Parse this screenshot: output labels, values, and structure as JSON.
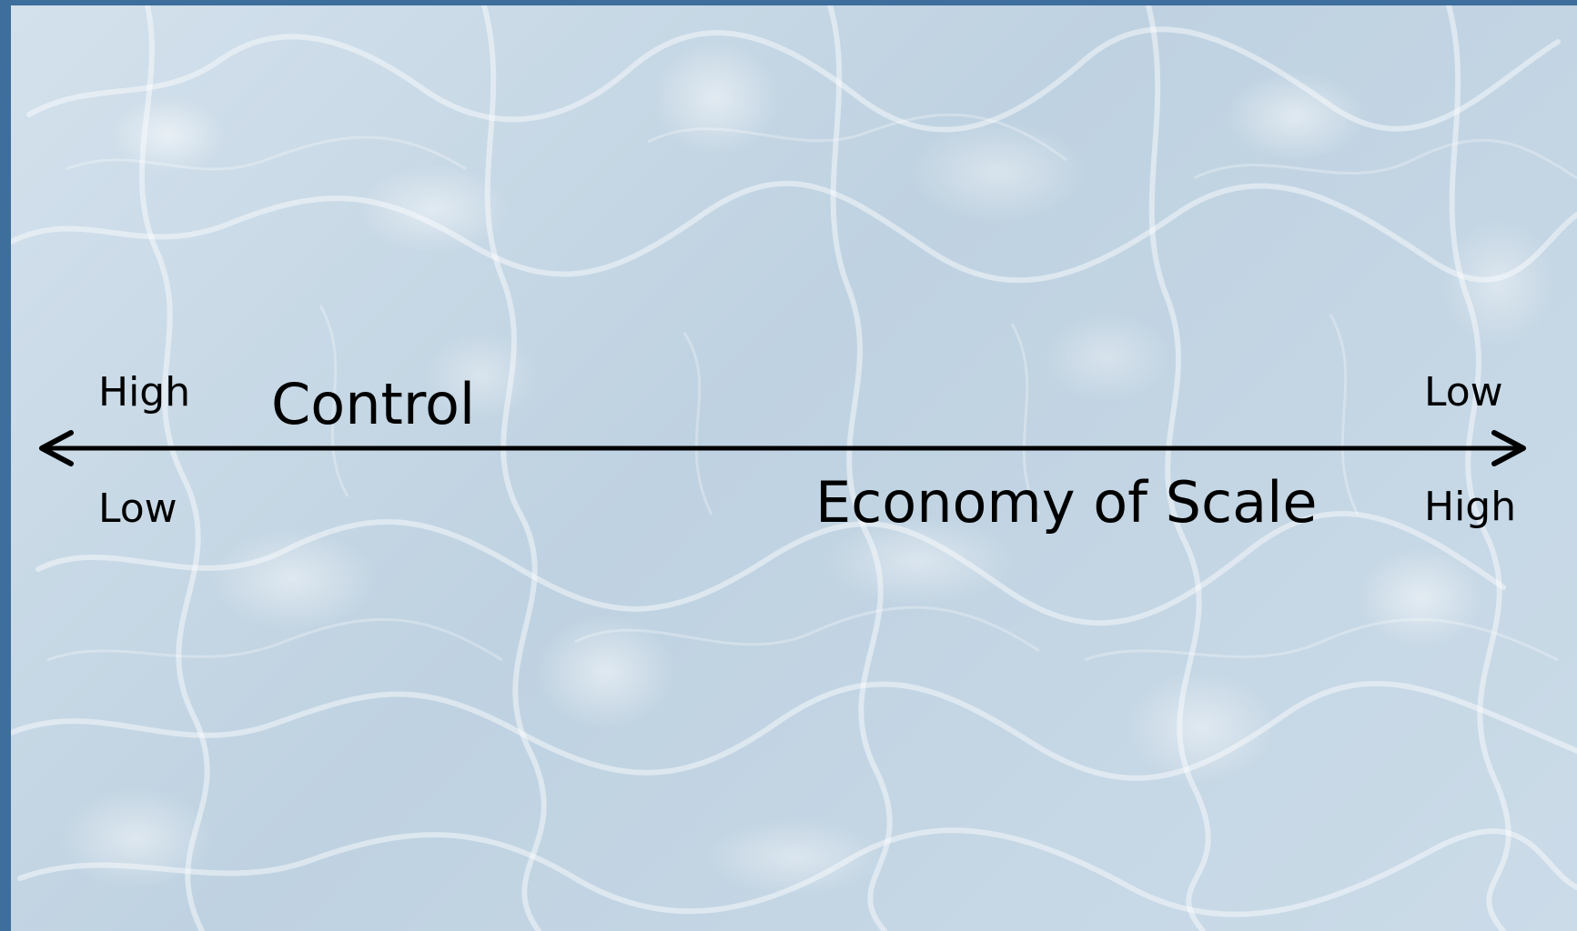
{
  "diagram": {
    "left_top_label": "High",
    "left_bottom_label": "Low",
    "right_top_label": "Low",
    "right_bottom_label": "High",
    "upper_axis_label": "Control",
    "lower_axis_label": "Economy of Scale"
  },
  "colors": {
    "text": "#000000",
    "arrow": "#000000",
    "border": "#3d6e9c",
    "background": "#c9d9e6"
  }
}
